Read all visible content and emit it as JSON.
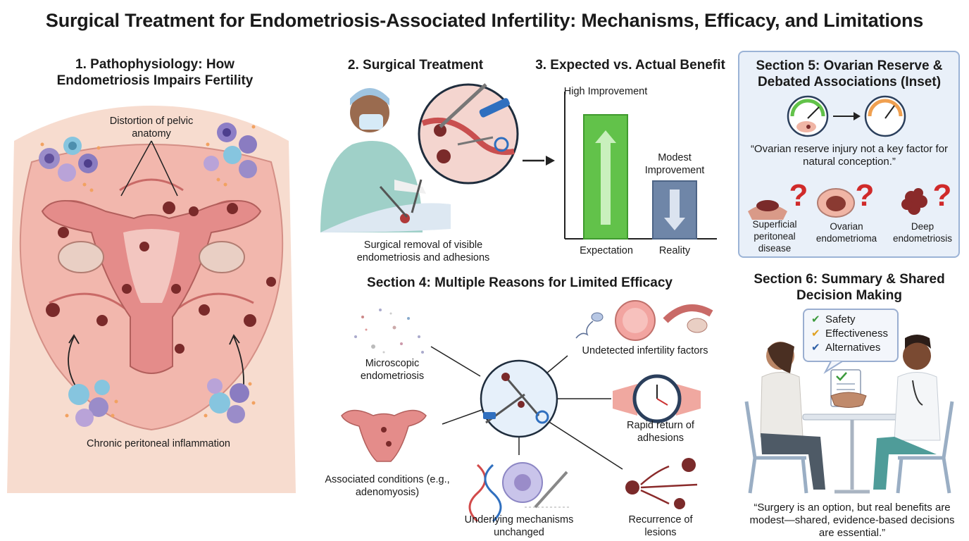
{
  "title": "Surgical Treatment for Endometriosis-Associated Infertility: Mechanisms, Efficacy, and Limitations",
  "section1": {
    "heading": "1. Pathophysiology: How Endometriosis Impairs Fertility",
    "label_top": "Distortion of pelvic anatomy",
    "label_bottom": "Chronic peritoneal inflammation"
  },
  "section2": {
    "heading": "2. Surgical Treatment",
    "caption": "Surgical removal of visible endometriosis and adhesions"
  },
  "section3": {
    "heading": "3. Expected vs. Actual Benefit",
    "bar_high_label": "High Improvement",
    "bar_modest_label": "Modest Improvement",
    "x_expectation": "Expectation",
    "x_reality": "Reality"
  },
  "chart_data": {
    "type": "bar",
    "title": "3. Expected vs. Actual Benefit",
    "categories": [
      "Expectation",
      "Reality"
    ],
    "values": [
      0.88,
      0.41
    ],
    "data_labels": [
      "High Improvement",
      "Modest Improvement"
    ],
    "xlabel": "",
    "ylabel": "",
    "ylim": [
      0,
      1
    ],
    "colors": [
      "#62c24a",
      "#6f86a8"
    ],
    "grid": false
  },
  "section4": {
    "heading": "Section 4: Multiple Reasons for Limited Efficacy",
    "items": {
      "microscopic": "Microscopic endometriosis",
      "undetected": "Undetected infertility factors",
      "adhesions": "Rapid return of adhesions",
      "associated": "Associated conditions (e.g., adenomyosis)",
      "mechanisms": "Underlying mechanisms unchanged",
      "recurrence": "Recurrence of lesions"
    }
  },
  "section5": {
    "heading": "Section 5: Ovarian Reserve & Debated Associations (Inset)",
    "quote": "“Ovarian reserve injury not a key factor for natural conception.”",
    "items": [
      "Superficial peritoneal disease",
      "Ovarian endometrioma",
      "Deep endometriosis"
    ],
    "question_mark": "?"
  },
  "section6": {
    "heading": "Section 6: Summary & Shared Decision Making",
    "checklist": [
      "Safety",
      "Effectiveness",
      "Alternatives"
    ],
    "check_colors": [
      "#3c9a3c",
      "#e0a020",
      "#2e5fa6"
    ],
    "quote": "“Surgery is an option, but real benefits are modest—shared, evidence-based decisions are essential.”"
  },
  "icons": [
    "uterus-icon",
    "immune-cell-icon",
    "surgeon-icon",
    "surgical-instrument-icon",
    "arrow-right-icon",
    "gauge-icon",
    "ovary-icon",
    "lesion-icon",
    "sperm-icon",
    "egg-cell-icon",
    "fallopian-tube-icon",
    "clock-icon",
    "dna-icon",
    "scalpel-icon",
    "checkmark-icon",
    "handshake-icon",
    "document-icon",
    "patient-icon",
    "doctor-icon",
    "chair-icon",
    "table-icon"
  ]
}
